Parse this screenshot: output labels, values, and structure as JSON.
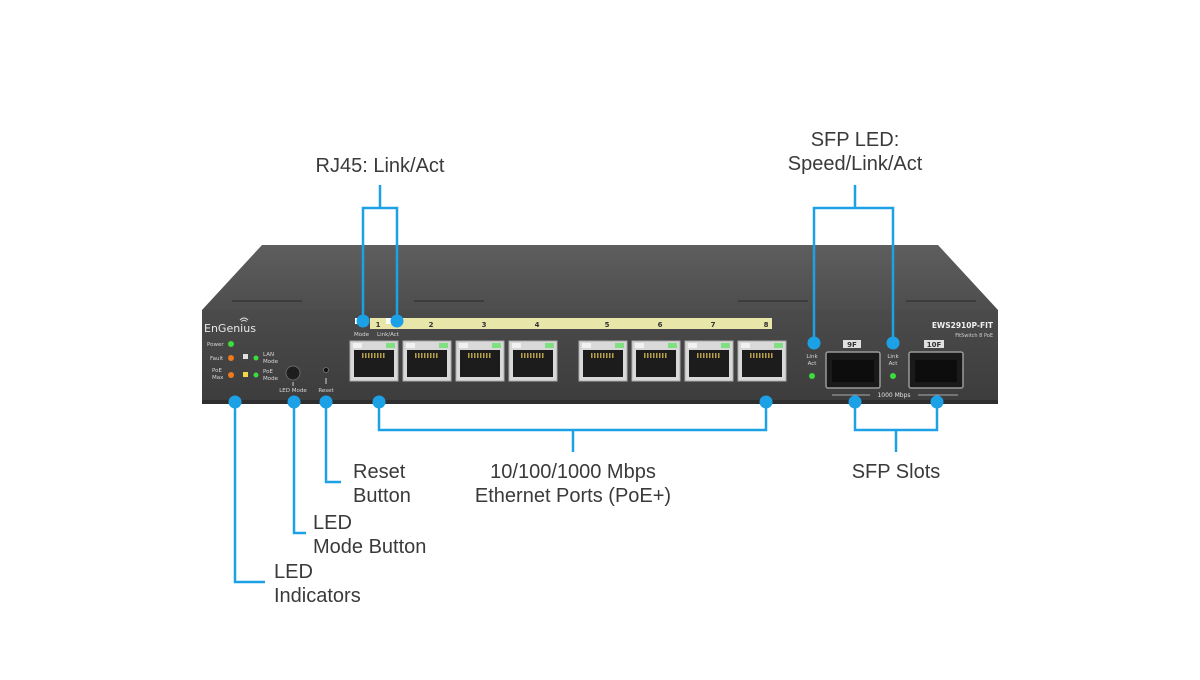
{
  "device": {
    "brand": "EnGenius",
    "model": "EWS2910P-FIT",
    "model_sub": "FitSwitch 8 PoE",
    "led_labels": {
      "power": "Power",
      "fault": "Fault",
      "poe_max_top": "PoE",
      "poe_max_bottom": "Max",
      "lan_mode_top": "LAN",
      "lan_mode_bottom": "Mode",
      "poe_mode_top": "PoE",
      "poe_mode_bottom": "Mode",
      "led_mode": "LED Mode",
      "reset": "Reset",
      "mode": "Mode",
      "link_act": "Link/Act"
    },
    "ports": [
      "1",
      "2",
      "3",
      "4",
      "5",
      "6",
      "7",
      "8"
    ],
    "sfp_ports": [
      "9F",
      "10F"
    ],
    "sfp_led_top": "Link",
    "sfp_led_bottom": "Act",
    "sfp_speed": "1000 Mbps"
  },
  "callouts": {
    "rj45": "RJ45: Link/Act",
    "sfp_led_line1": "SFP LED:",
    "sfp_led_line2": "Speed/Link/Act",
    "ethernet_line1": "10/100/1000 Mbps",
    "ethernet_line2": "Ethernet Ports (PoE+)",
    "sfp_slots": "SFP Slots",
    "reset_line1": "Reset",
    "reset_line2": "Button",
    "led_mode_line1": "LED",
    "led_mode_line2": "Mode Button",
    "led_ind_line1": "LED",
    "led_ind_line2": "Indicators"
  },
  "colors": {
    "accent": "#1da1e6",
    "chassis": "#4a4a4a",
    "chassis_top": "#5a5a5a",
    "port_strip": "#e8e6a8",
    "led_green": "#3ddc3d",
    "led_orange": "#f07a1a"
  }
}
